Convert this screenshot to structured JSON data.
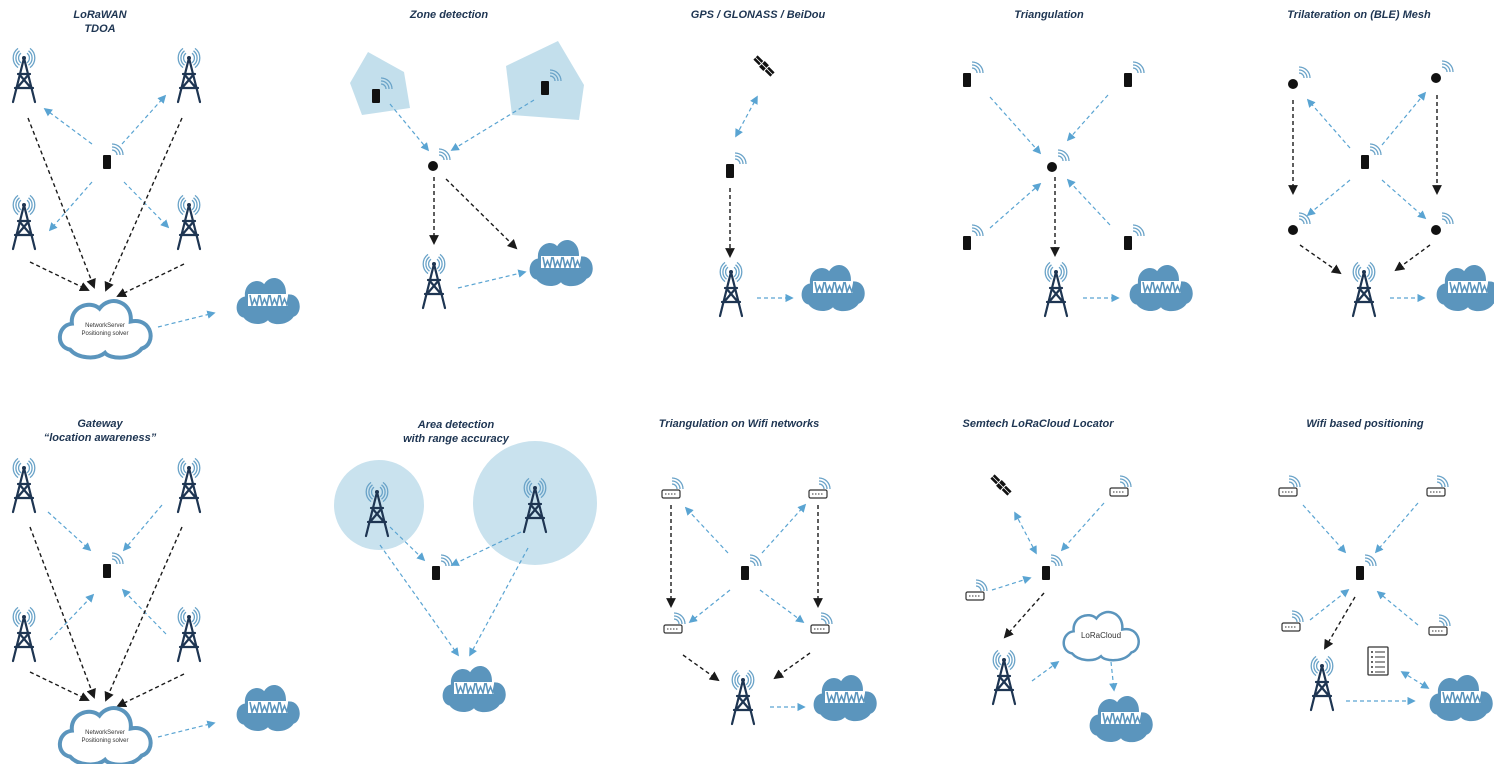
{
  "panels": [
    {
      "id": "lorawan-tdoa",
      "title": "LoRaWAN\nTDOA"
    },
    {
      "id": "zone-detection",
      "title": "Zone detection"
    },
    {
      "id": "gnss",
      "title": "GPS / GLONASS / BeiDou"
    },
    {
      "id": "triangulation",
      "title": "Triangulation"
    },
    {
      "id": "ble-mesh",
      "title": "Trilateration on (BLE) Mesh"
    },
    {
      "id": "gateway-awareness",
      "title": "Gateway\n“location awareness”"
    },
    {
      "id": "area-detection",
      "title": "Area detection\nwith range accuracy"
    },
    {
      "id": "wifi-triangulation",
      "title": "Triangulation on Wifi networks"
    },
    {
      "id": "semtech-locator",
      "title": "Semtech LoRaCloud Locator"
    },
    {
      "id": "wifi-positioning",
      "title": "Wifi based positioning"
    }
  ],
  "labels": {
    "network_server_line1": "NetworkServer",
    "network_server_line2": "Positioning solver",
    "loracloud": "LoRaCloud"
  },
  "icons": [
    "tower-icon",
    "device-icon",
    "node-icon",
    "satellite-icon",
    "router-icon",
    "www-cloud-icon",
    "server-cloud-icon",
    "document-icon"
  ],
  "colors": {
    "title": "#1e3552",
    "icon": "#1e3552",
    "wifi_waves": "#6aa3c8",
    "blue_arrow": "#5aa4d2",
    "black_arrow": "#1a1a1a",
    "area_fill": "#bcdbea",
    "cloud": "#5b95bd"
  }
}
